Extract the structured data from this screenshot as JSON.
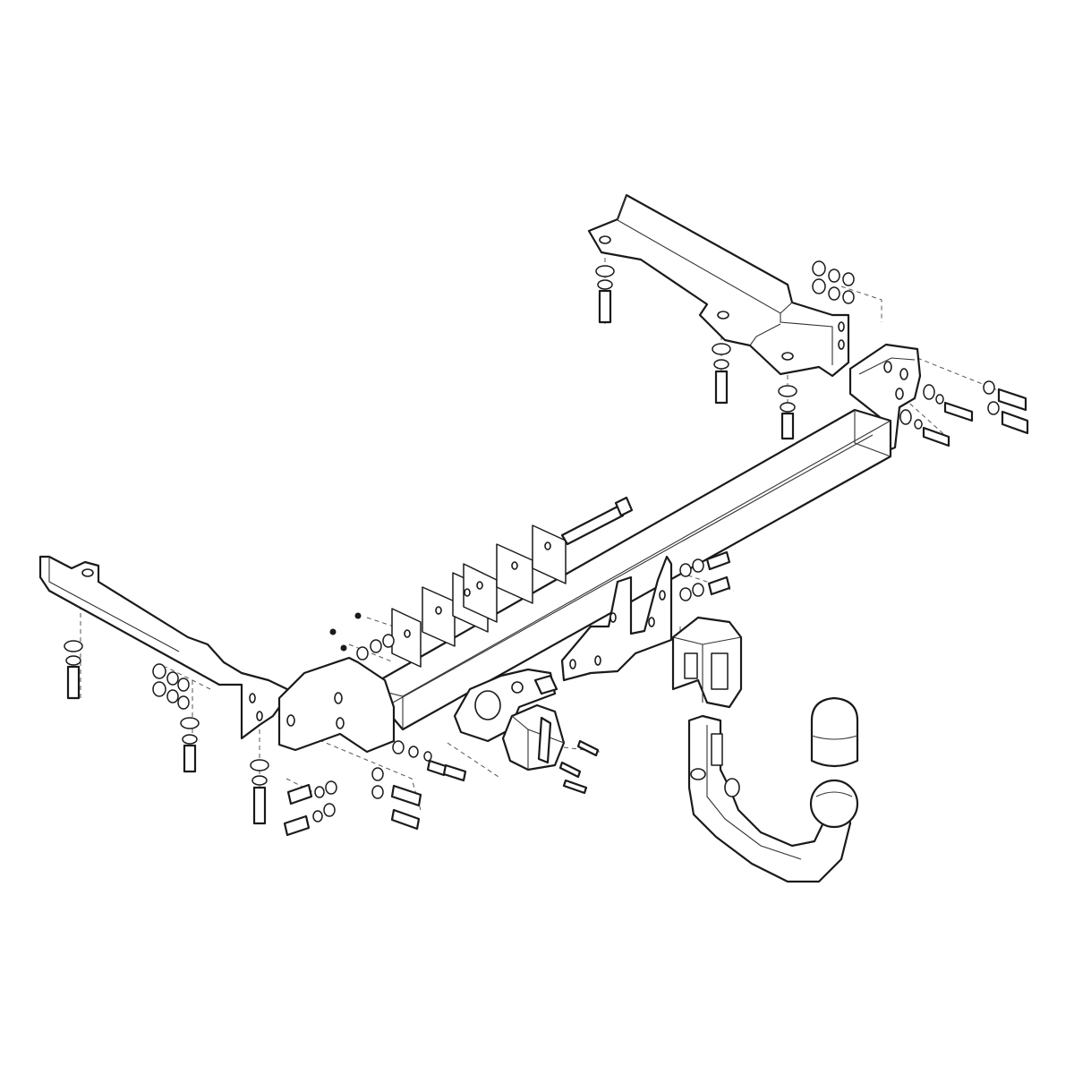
{
  "diagram": {
    "kind": "exploded-assembly-line-drawing",
    "line_color": "#1a1a1a",
    "background": "#ffffff",
    "components": [
      "right-side-bracket",
      "left-side-bracket",
      "crossbar-tube",
      "left-end-plate",
      "right-end-plate",
      "bumper-support-plates",
      "long-bolt",
      "socket-mounting-plate",
      "electrical-socket",
      "tow-ball-receiver",
      "detachable-tow-ball-neck",
      "tow-ball-cap",
      "hardware-bolts-nuts-washers"
    ]
  }
}
